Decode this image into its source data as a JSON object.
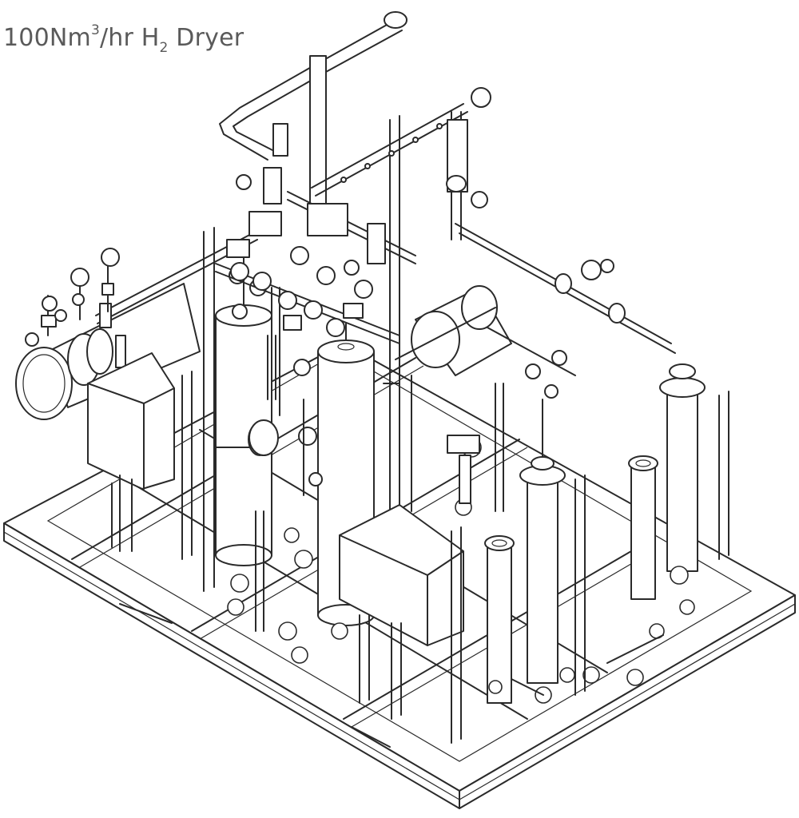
{
  "title": {
    "prefix": "100Nm",
    "sup": "3",
    "mid": "/hr H",
    "sub": "2",
    "suffix": " Dryer"
  }
}
